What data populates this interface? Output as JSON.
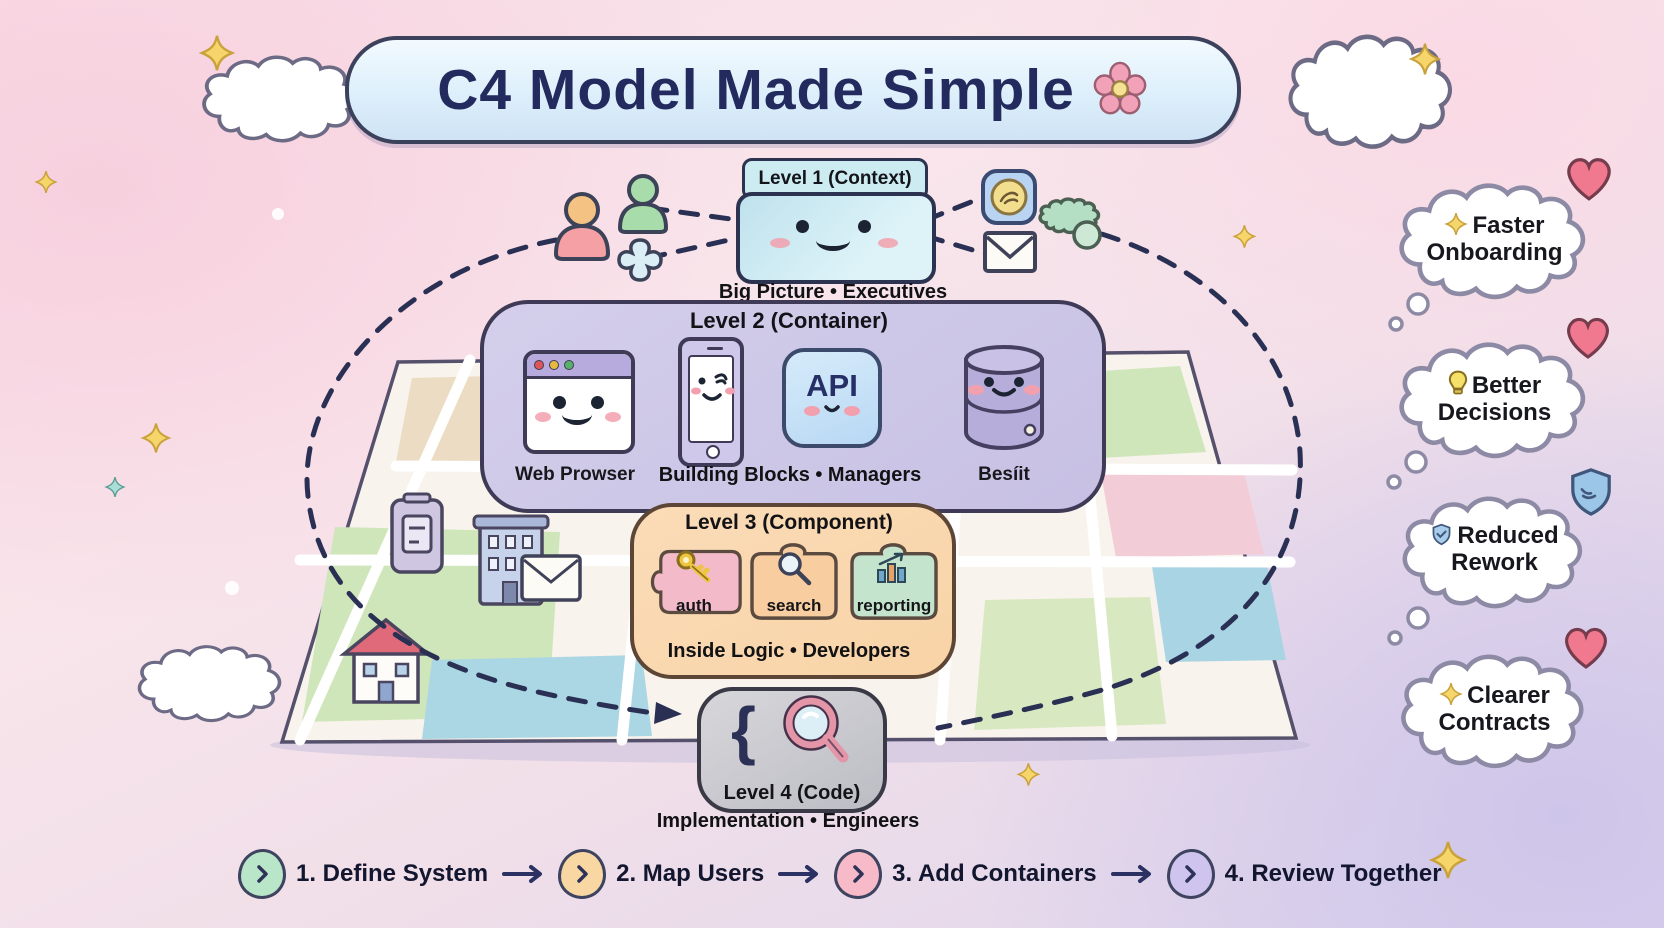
{
  "title": {
    "text": "C4 Model Made Simple"
  },
  "level1": {
    "label": "Level 1 (Context)",
    "caption": "Big Picture • Executives"
  },
  "level2": {
    "label": "Level 2 (Container)",
    "caption": "Building Blocks • Managers",
    "web_label": "Web Prowser",
    "api_label": "API",
    "db_label": "Besíit"
  },
  "level3": {
    "label": "Level 3 (Component)",
    "caption": "Inside Logic • Developers",
    "pieces": [
      {
        "label": "auth",
        "icon": "key-icon",
        "color": "#f3bac9"
      },
      {
        "label": "search",
        "icon": "magnifier-icon",
        "color": "#f8cda0"
      },
      {
        "label": "reporting",
        "icon": "bar-chart-icon",
        "color": "#c4e4cd"
      }
    ]
  },
  "level4": {
    "label": "Level 4 (Code)",
    "brace": "{",
    "caption": "Implementation • Engineers"
  },
  "benefits": [
    {
      "text": "Faster Onboarding",
      "icon": "sparkle-icon",
      "corner": "heart-icon"
    },
    {
      "text": "Better Decisions",
      "icon": "lightbulb-icon",
      "corner": "heart-icon"
    },
    {
      "text": "Reduced Rework",
      "icon": "shield-check-icon",
      "corner": "shield-badge-icon"
    },
    {
      "text": "Clearer Contracts",
      "icon": "sparkle-icon",
      "corner": "heart-icon"
    }
  ],
  "steps": [
    {
      "label": "1. Define System",
      "blob_color": "#b9e5c9"
    },
    {
      "label": "2. Map Users",
      "blob_color": "#f8d7a2"
    },
    {
      "label": "3. Add Containers",
      "blob_color": "#f6bac9"
    },
    {
      "label": "4. Review Together",
      "blob_color": "#cfc4ee"
    }
  ],
  "colors": {
    "navy": "#2a3057",
    "banner_blue": "#ddeffb",
    "level1_fill": "#cfeaf2",
    "level2_fill": "#ccc6e7",
    "level3_fill": "#f9d8b0",
    "level4_fill": "#c6c6cc",
    "heart_pink": "#f1798f",
    "sparkle_gold": "#f6d66b",
    "shield_blue": "#a7cdea"
  }
}
